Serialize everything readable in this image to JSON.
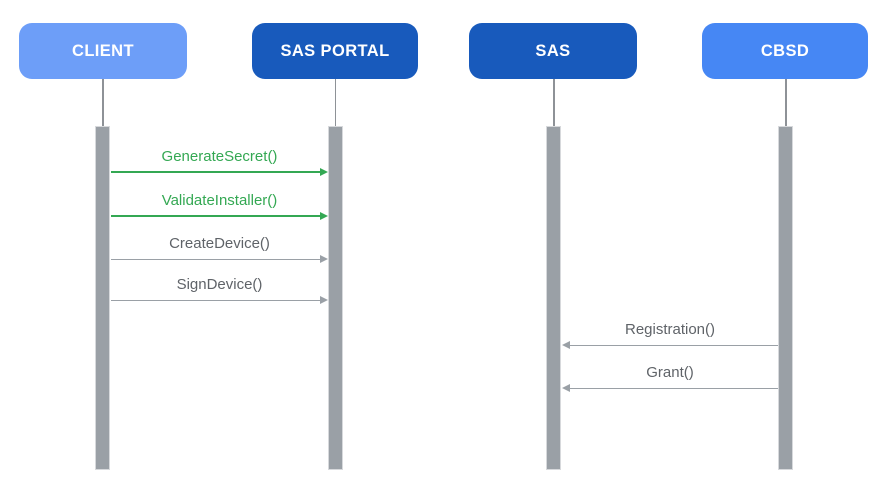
{
  "diagram": {
    "type": "sequence-diagram",
    "actors": [
      {
        "label": "CLIENT",
        "color": "#6D9EF8",
        "text_color": "#FFFFFF"
      },
      {
        "label": "SAS PORTAL",
        "color": "#185ABC",
        "text_color": "#FFFFFF"
      },
      {
        "label": "SAS",
        "color": "#185ABC",
        "text_color": "#FFFFFF"
      },
      {
        "label": "CBSD",
        "color": "#4687F4",
        "text_color": "#FFFFFF"
      }
    ],
    "messages": [
      {
        "label": "GenerateSecret()",
        "from": "CLIENT",
        "to": "SAS PORTAL",
        "direction": "right",
        "label_color": "#34A853",
        "arrow_color": "#34A853"
      },
      {
        "label": "ValidateInstaller()",
        "from": "CLIENT",
        "to": "SAS PORTAL",
        "direction": "right",
        "label_color": "#34A853",
        "arrow_color": "#34A853"
      },
      {
        "label": "CreateDevice()",
        "from": "CLIENT",
        "to": "SAS PORTAL",
        "direction": "right",
        "label_color": "#5F6368",
        "arrow_color": "#9AA0A6"
      },
      {
        "label": "SignDevice()",
        "from": "CLIENT",
        "to": "SAS PORTAL",
        "direction": "right",
        "label_color": "#5F6368",
        "arrow_color": "#9AA0A6"
      },
      {
        "label": "Registration()",
        "from": "CBSD",
        "to": "SAS",
        "direction": "left",
        "label_color": "#5F6368",
        "arrow_color": "#9AA0A6"
      },
      {
        "label": "Grant()",
        "from": "CBSD",
        "to": "SAS",
        "direction": "left",
        "label_color": "#5F6368",
        "arrow_color": "#9AA0A6"
      }
    ],
    "colors": {
      "background": "#FFFFFF",
      "lifeline": "#8E9297",
      "activation_fill": "#9AA0A6",
      "activation_border": "#D7D9DC"
    }
  }
}
